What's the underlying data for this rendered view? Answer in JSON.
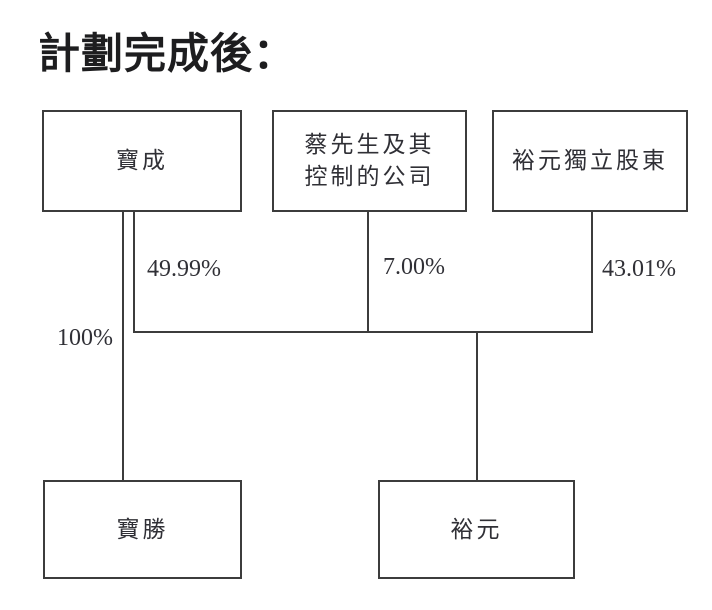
{
  "title": "計劃完成後：",
  "nodes": {
    "pou_chen": {
      "label": "寶成"
    },
    "tsai_companies": {
      "line1": "蔡先生及其",
      "line2": "控制的公司"
    },
    "yue_yuen_independent_shareholders": {
      "label": "裕元獨立股東"
    },
    "pou_sheng": {
      "label": "寶勝"
    },
    "yue_yuen": {
      "label": "裕元"
    }
  },
  "ownership_labels": {
    "pou_chen_in_pou_sheng": "100%",
    "pou_chen_in_yue_yuen": "49.99%",
    "tsai_companies_in_yue_yuen": "7.00%",
    "independent_shareholders_in_yue_yuen": "43.01%"
  },
  "colors": {
    "line": "#3c3c3c",
    "text": "#303036",
    "background": "#ffffff"
  }
}
